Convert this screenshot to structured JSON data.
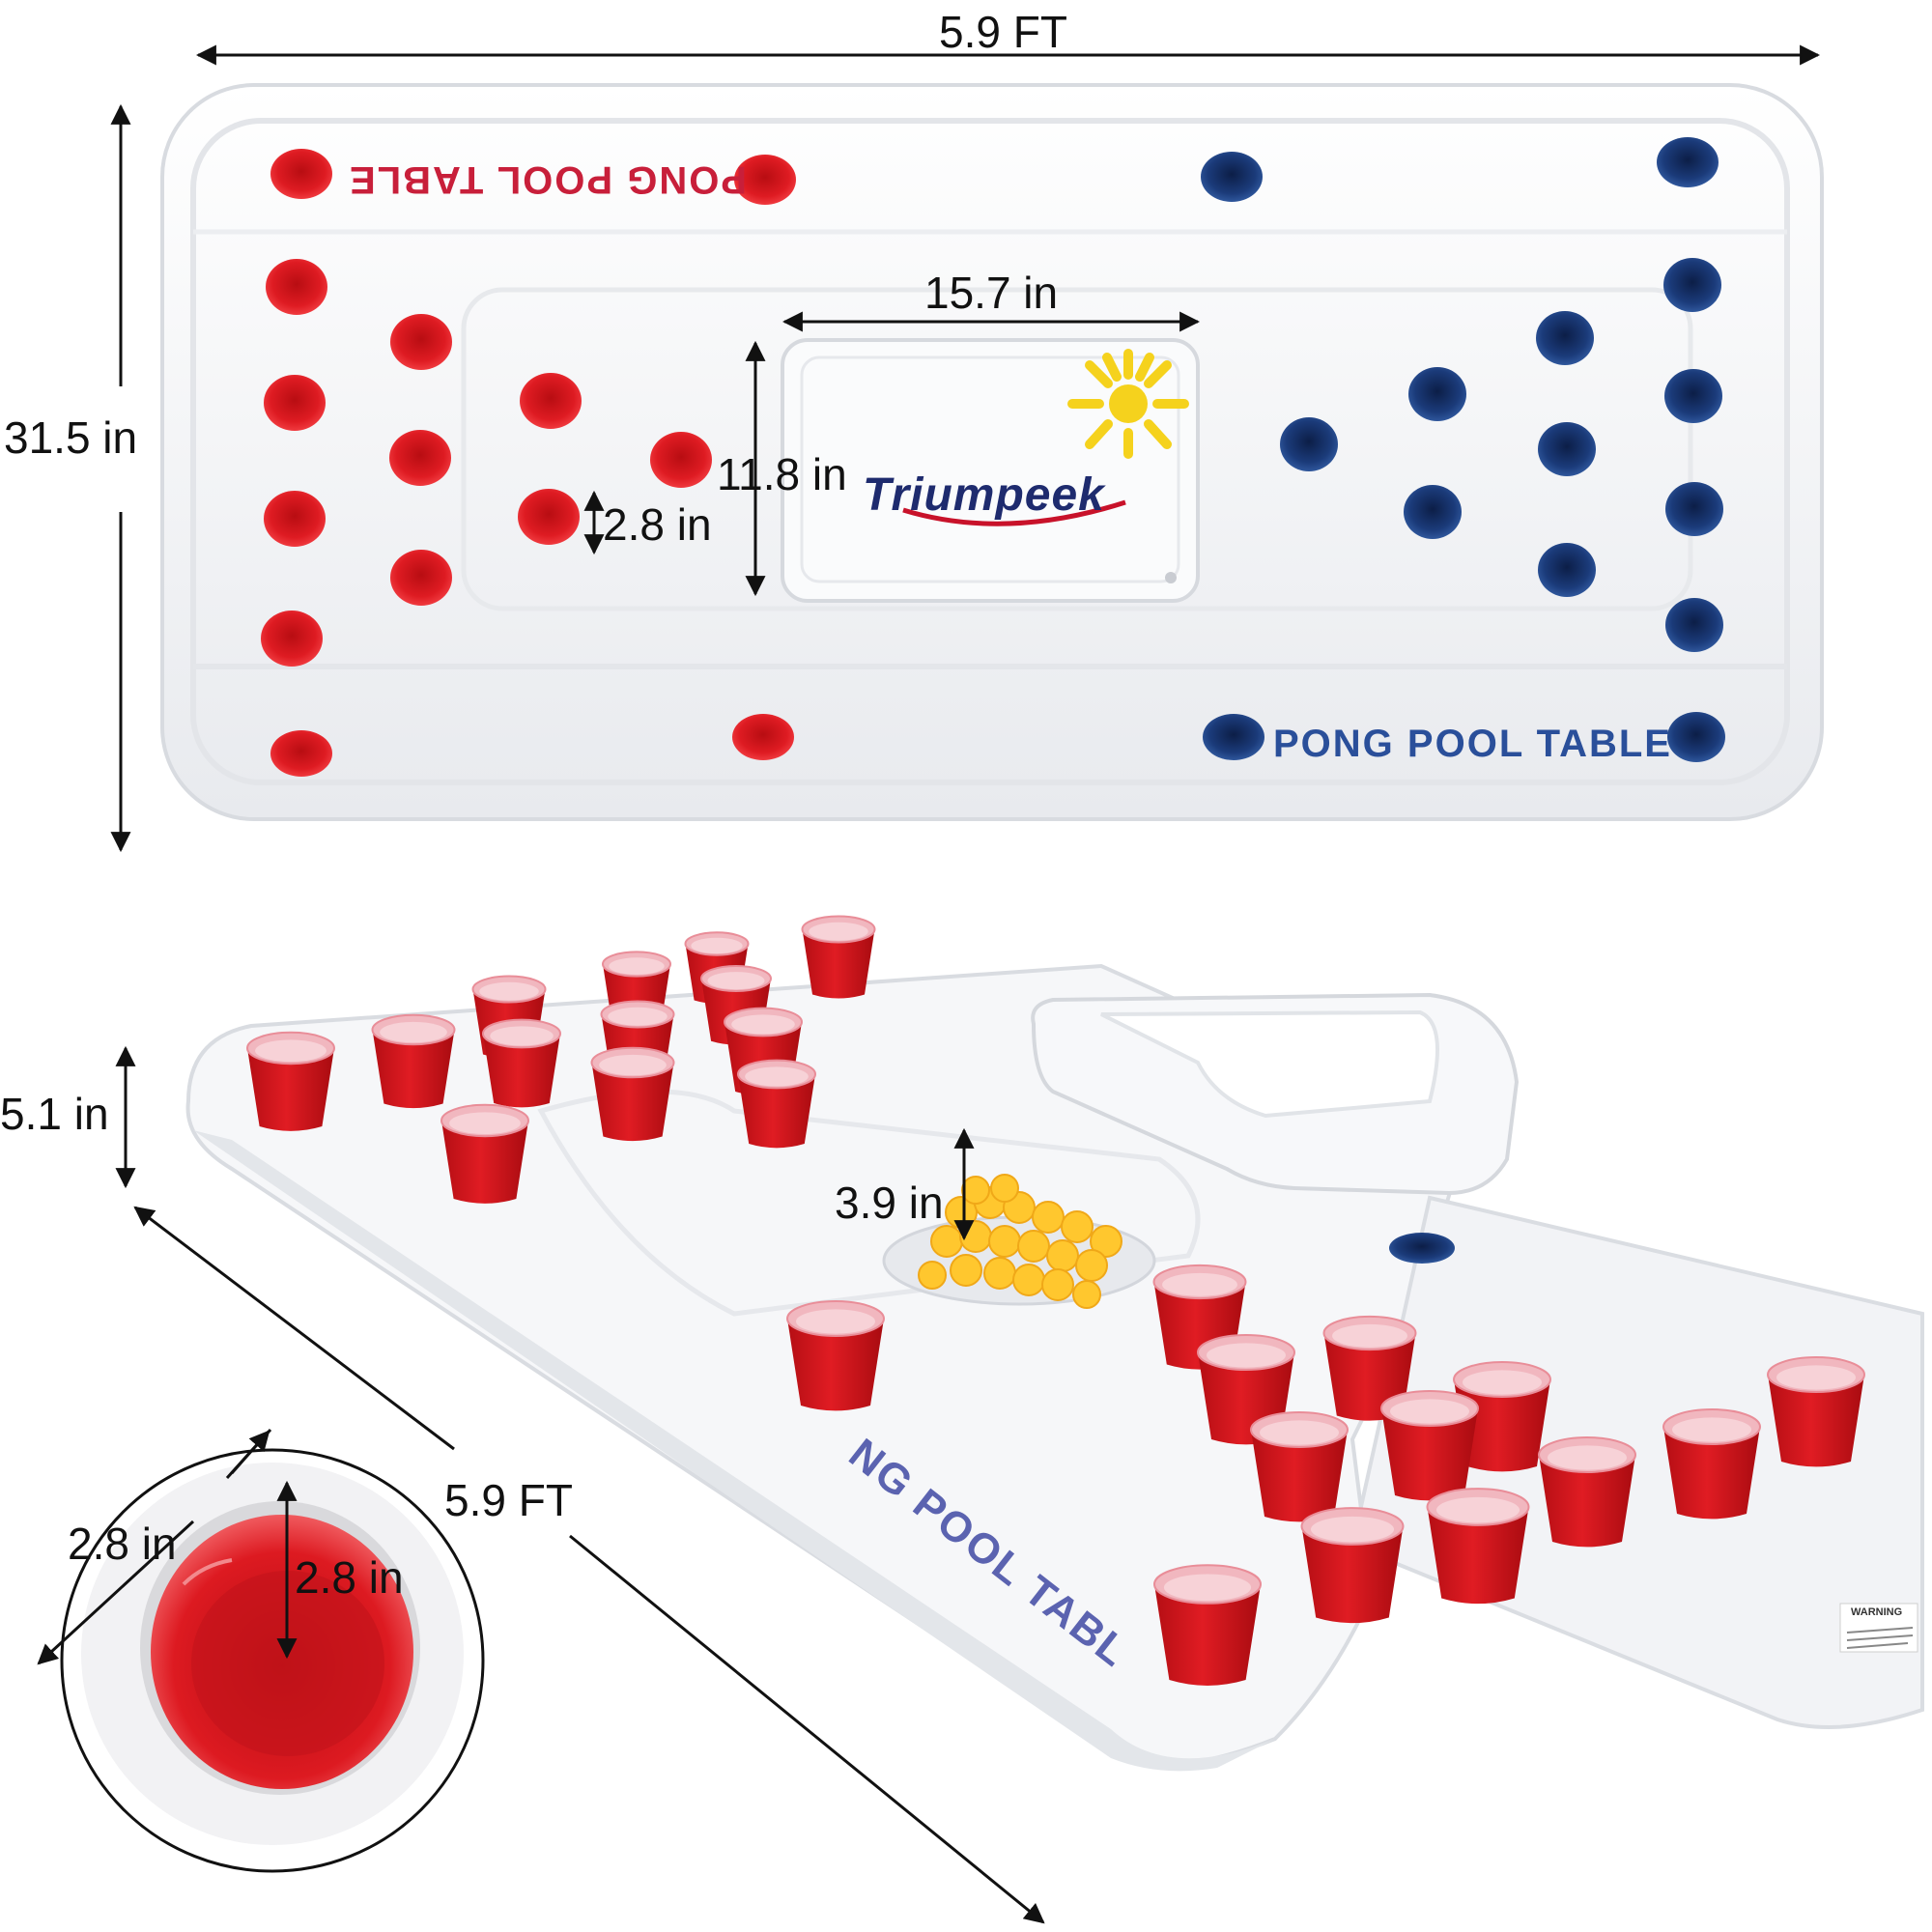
{
  "dimensions": {
    "top_width": "5.9 FT",
    "top_height": "31.5 in",
    "cooler_width": "15.7 in",
    "cooler_height": "11.8 in",
    "top_hole": "2.8 in",
    "side_height": "5.1 in",
    "ball_bin_depth": "3.9 in",
    "side_length": "5.9 FT",
    "cup_diameter": "2.8 in",
    "cup_depth": "2.8 in"
  },
  "labels": {
    "brand": "Triumpeek",
    "table_text_top": "PONG POOL TABLE",
    "table_text_bottom": "PONG POOL TABLE",
    "side_text": "NG POOL TABL",
    "warning": "WARNING"
  },
  "colors": {
    "red": "#d9161c",
    "blue": "#16336b",
    "cup_rim": "#f1b7bf",
    "float": "#f5f6f8",
    "ball": "#ffc72e",
    "sun": "#f5d21d"
  },
  "icons": {
    "logo": "sun-icon"
  }
}
